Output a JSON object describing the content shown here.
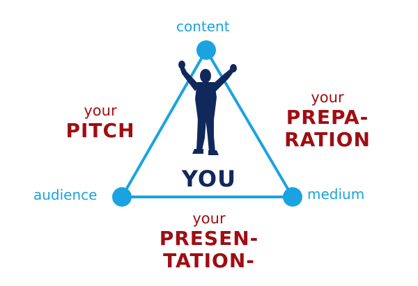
{
  "diagram": {
    "vertices": {
      "top": "content",
      "left": "audience",
      "right": "medium"
    },
    "sides": {
      "left": {
        "small": "your",
        "big": "PITCH"
      },
      "right": {
        "small": "your",
        "big_line1": "PREPA-",
        "big_line2": "RATION"
      },
      "bottom": {
        "small": "your",
        "big_line1": "PRESEN-",
        "big_line2": "TATION-"
      }
    },
    "center": "YOU",
    "colors": {
      "triangle": "#1aa3e0",
      "vertex_text": "#1aa3e0",
      "side_text": "#a00d12",
      "center_text": "#11285c",
      "figure": "#11285c"
    },
    "icons": {
      "center": "cheering-person-silhouette"
    }
  }
}
